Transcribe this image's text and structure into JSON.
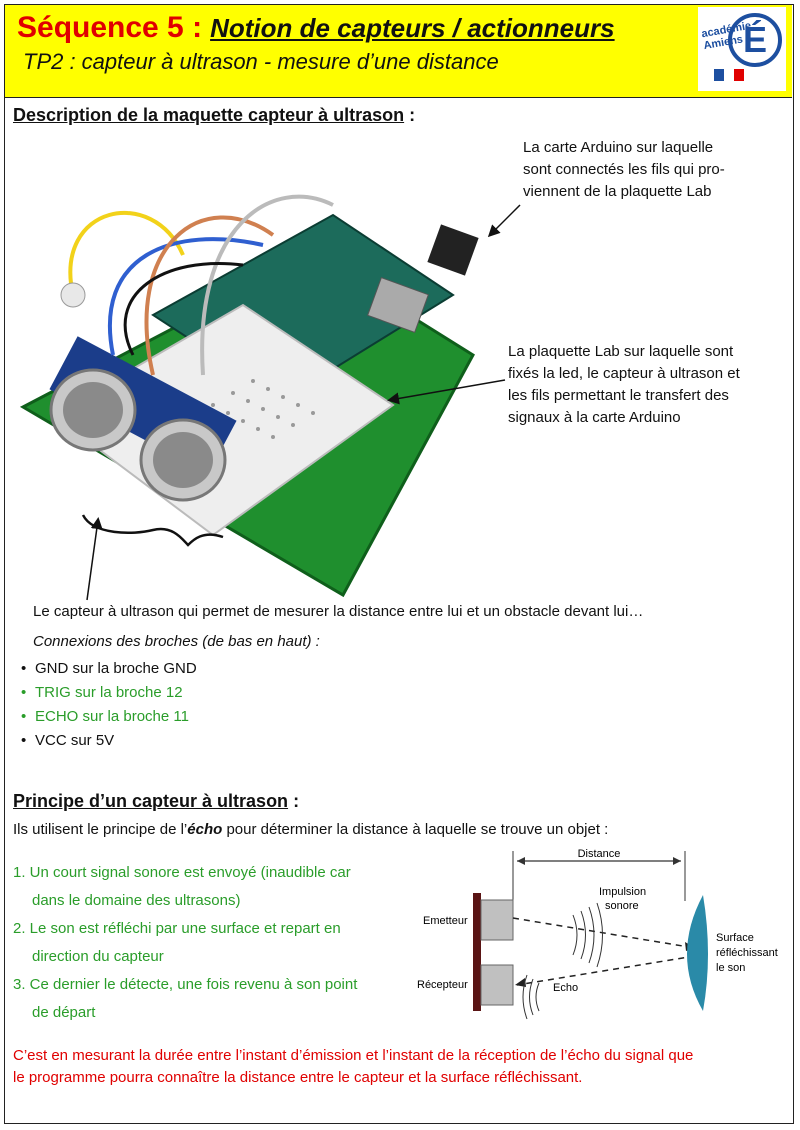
{
  "header": {
    "sequence": "Séquence 5 :",
    "notion": "Notion de capteurs / actionneurs",
    "tp": "TP2 : capteur à ultrason - mesure d’une distance",
    "logo_text": "académie Amiens",
    "logo_letter": "É"
  },
  "section1": {
    "title": "Description de la maquette capteur à ultrason",
    "colon": " :",
    "arduino_caption": [
      "La carte Arduino sur laquelle",
      "sont connectés les fils qui pro-",
      "viennent de la plaquette Lab"
    ],
    "lab_caption": [
      "La plaquette Lab sur laquelle sont",
      "fixés la led, le capteur à ultrason et",
      "les fils permettant le transfert des",
      "signaux à la carte Arduino"
    ],
    "sensor_caption": "Le capteur à ultrason qui permet de mesurer la distance entre lui et un obstacle devant lui…",
    "connections_title": "Connexions des broches (de bas en haut) :",
    "connections": [
      {
        "text": "GND sur la broche GND",
        "color": "#111111"
      },
      {
        "text": "TRIG sur la broche  12",
        "color": "#2a9d2a"
      },
      {
        "text": "ECHO sur la broche 11",
        "color": "#2a9d2a"
      },
      {
        "text": "VCC sur 5V",
        "color": "#111111"
      }
    ]
  },
  "section2": {
    "title": "Principe d’un capteur à ultrason",
    "colon": " :",
    "intro_before": "Ils utilisent le principe de l’",
    "intro_em": "écho",
    "intro_after": " pour déterminer la distance à laquelle se trouve un objet :",
    "steps": [
      [
        "1. Un court signal sonore est envoyé (inaudible car",
        "dans le domaine des ultrasons)"
      ],
      [
        "2. Le son est réfléchi par une surface et repart en",
        "direction du capteur"
      ],
      [
        "3. Ce dernier le détecte, une fois revenu à son point",
        "de départ"
      ]
    ],
    "conclusion": [
      "C’est en mesurant la durée entre l’instant d’émission et l’instant de la réception de l’écho du signal que",
      "le programme pourra connaître la distance entre le capteur et la surface réfléchissant."
    ]
  },
  "diagram": {
    "distance": "Distance",
    "emetteur": "Emetteur",
    "recepteur": "Récepteur",
    "impulsion": "Impulsion",
    "sonore": "sonore",
    "echo": "Echo",
    "surface": [
      "Surface",
      "réfléchissant",
      "le son"
    ]
  }
}
